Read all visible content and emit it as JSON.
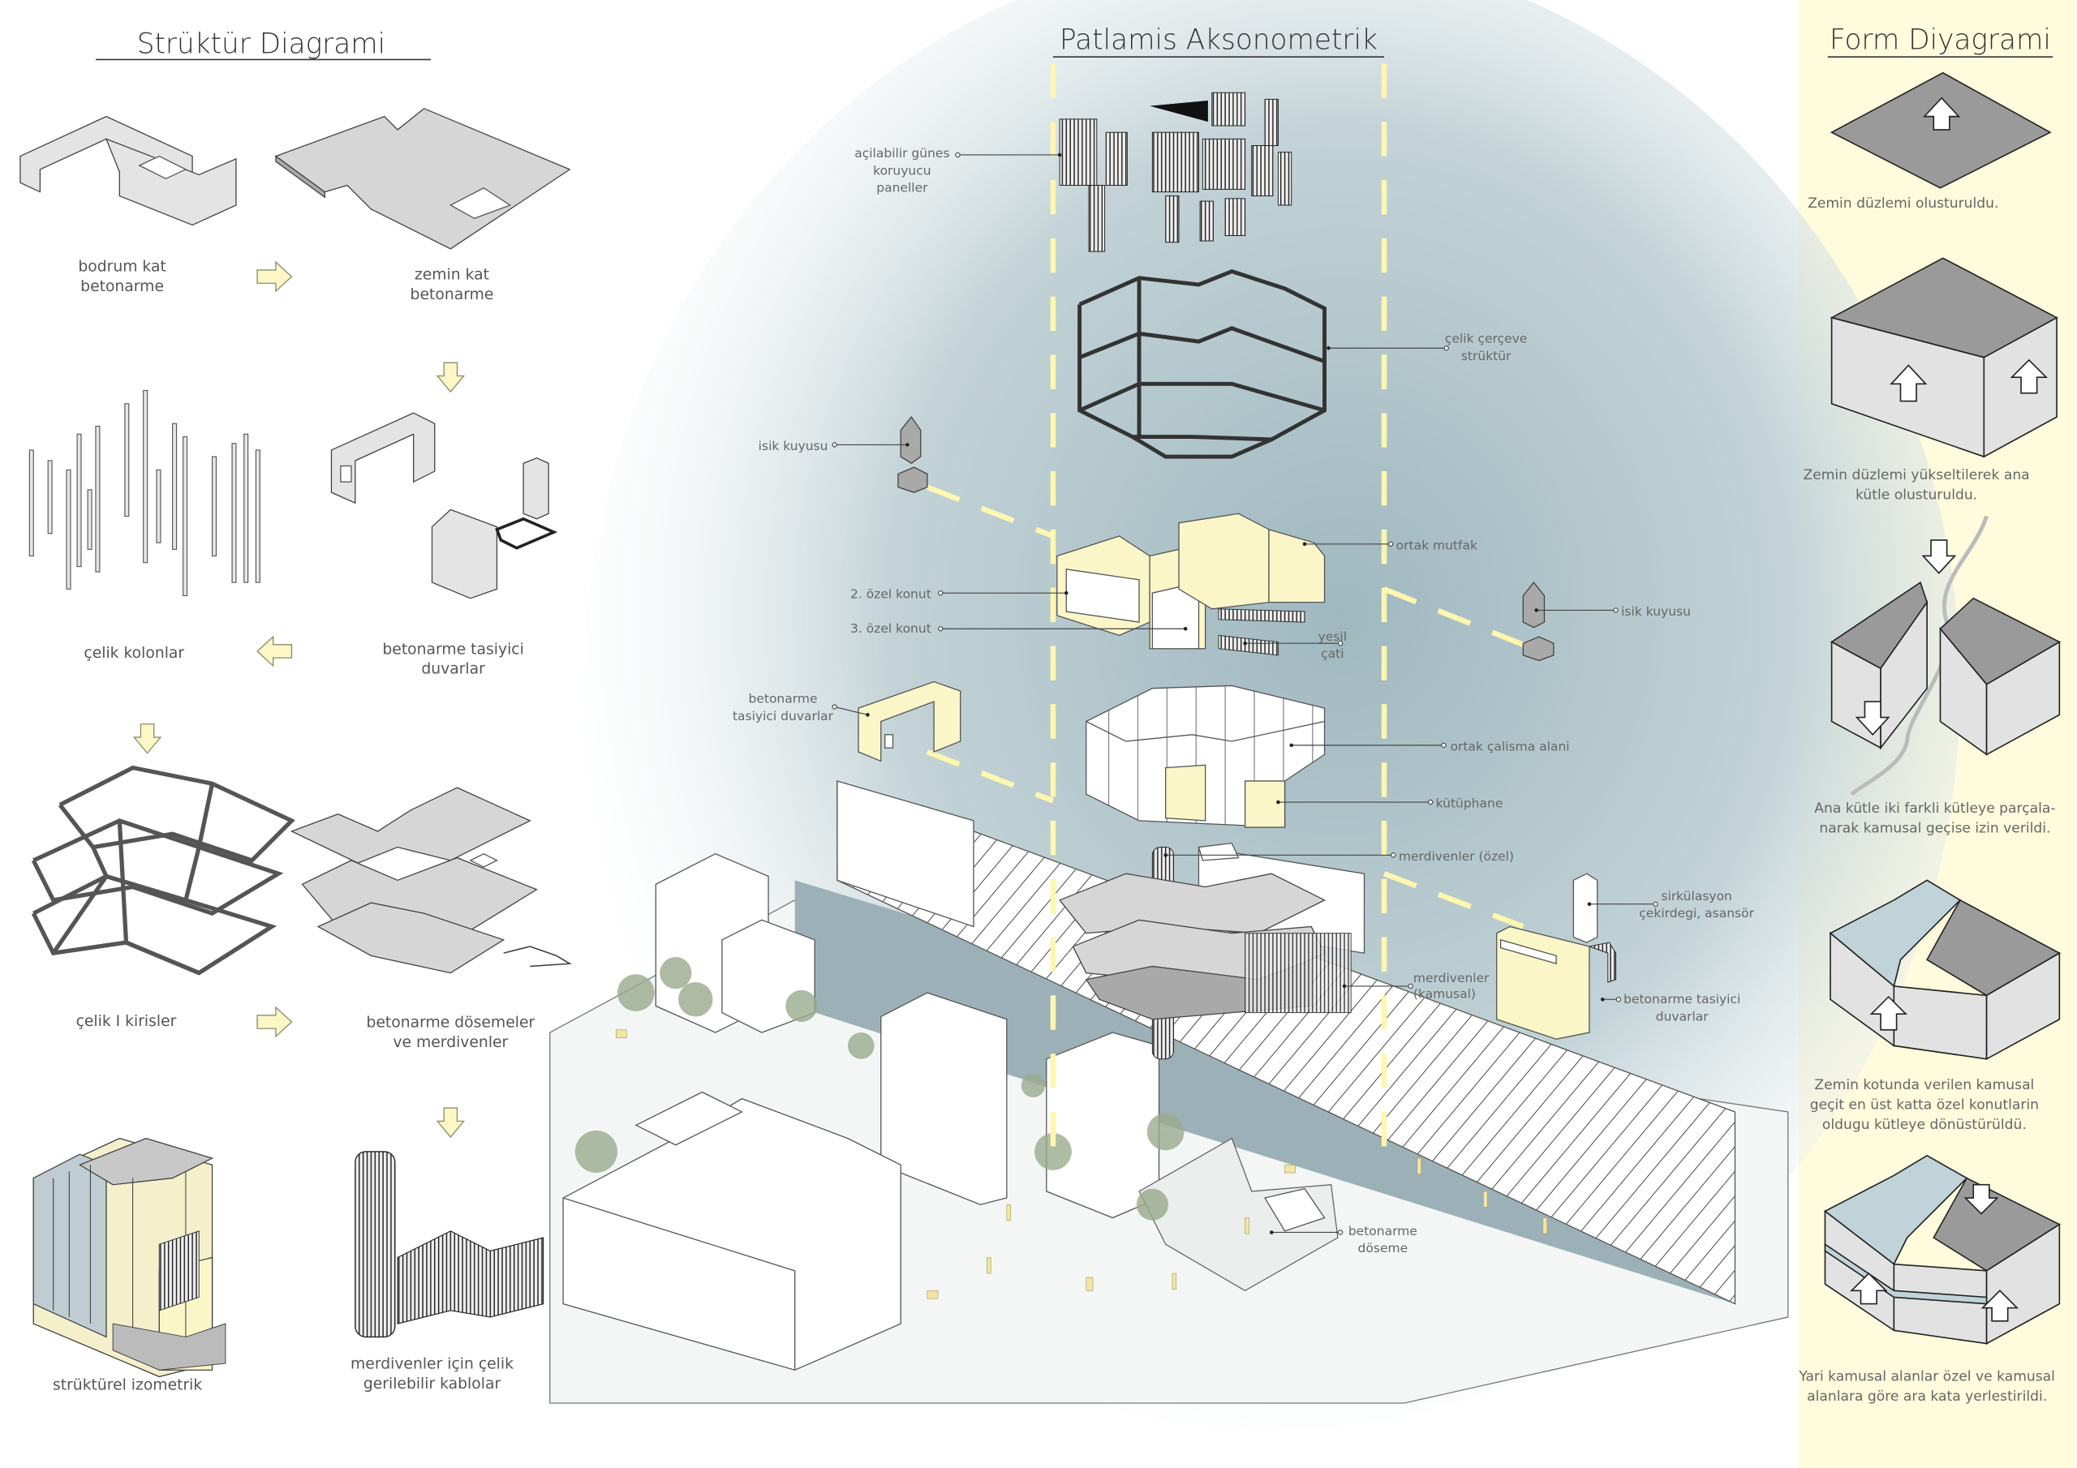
{
  "titles": {
    "left": "Strüktür Diagrami",
    "center": "Patlamis Aksonometrik",
    "right": "Form Diyagrami"
  },
  "colors": {
    "accent_yellow": "#fdf7c6",
    "panel_yellow": "#fffbdc",
    "background_blue": "#a9c0c6",
    "slab_gray": "#d6d6d6"
  },
  "structure_steps": [
    {
      "lines": [
        "bodrum kat",
        "betonarme"
      ]
    },
    {
      "lines": [
        "zemin kat",
        "betonarme"
      ]
    },
    {
      "lines": [
        "çelik kolonlar"
      ]
    },
    {
      "lines": [
        "betonarme tasiyici",
        "duvarlar"
      ]
    },
    {
      "lines": [
        "çelik I kirisler"
      ]
    },
    {
      "lines": [
        "betonarme dösemeler",
        "ve merdivenler"
      ]
    },
    {
      "lines": [
        "strüktürel izometrik"
      ]
    },
    {
      "lines": [
        "merdivenler için çelik",
        "gerilebilir kablolar"
      ]
    }
  ],
  "exploded_labels": {
    "sun_panels": [
      "açilabilir günes",
      "koruyucu",
      "paneller"
    ],
    "steel_frame": [
      "çelik çerçeve",
      "strüktür"
    ],
    "lightwell_left": [
      "isik kuyusu"
    ],
    "common_kitchen": [
      "ortak mutfak"
    ],
    "private_unit_2": [
      "2. özel konut"
    ],
    "private_unit_3": [
      "3. özel konut"
    ],
    "green_roof": [
      "yesil",
      "çati"
    ],
    "lightwell_right": [
      "isik kuyusu"
    ],
    "bearing_walls_left": [
      "betonarme",
      "tasiyici duvarlar"
    ],
    "common_work": [
      "ortak çalisma alani"
    ],
    "library": [
      "kütüphane"
    ],
    "stairs_private": [
      "merdivenler (özel)"
    ],
    "core": [
      "sirkülasyon",
      "çekirdegi, asansör"
    ],
    "stairs_public": [
      "merdivenler",
      "(kamusal)"
    ],
    "bearing_walls_right": [
      "betonarme tasiyici",
      "duvarlar"
    ],
    "slab": [
      "betonarme",
      "döseme"
    ]
  },
  "form_steps": [
    {
      "lines": [
        "Zemin düzlemi olusturuldu."
      ]
    },
    {
      "lines": [
        "Zemin düzlemi yükseltilerek ana",
        "kütle olusturuldu."
      ]
    },
    {
      "lines": [
        "Ana kütle iki farkli kütleye parçala-",
        "narak kamusal geçise izin verildi."
      ]
    },
    {
      "lines": [
        "Zemin kotunda verilen kamusal",
        "geçit en üst katta özel konutlarin",
        "oldugu kütleye dönüstürüldü."
      ]
    },
    {
      "lines": [
        "Yari kamusal alanlar özel ve kamusal",
        "alanlara göre ara kata yerlestirildi."
      ]
    }
  ]
}
